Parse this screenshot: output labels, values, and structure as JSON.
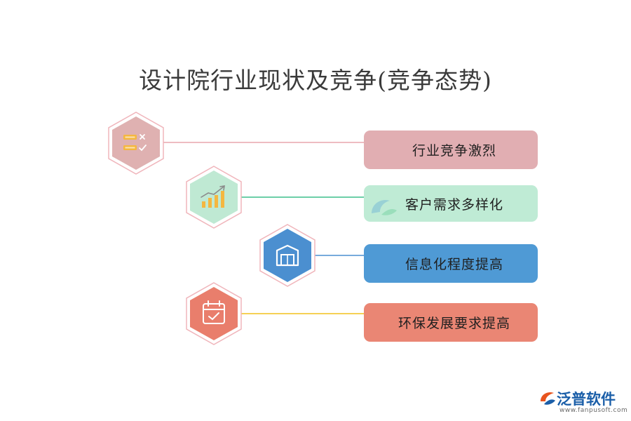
{
  "title": "设计院行业现状及竞争(竞争态势)",
  "items": [
    {
      "label": "行业竞争激烈",
      "icon": "checklist-icon",
      "hex_color": "#dfb1b1",
      "line_color": "#e8a5ad",
      "pill_color": "#e1aeb2"
    },
    {
      "label": "客户需求多样化",
      "icon": "growth-chart-icon",
      "hex_color": "#bfe9d3",
      "line_color": "#3dbf8c",
      "pill_color": "#bfebd5"
    },
    {
      "label": "信息化程度提高",
      "icon": "warehouse-icon",
      "hex_color": "#4b8fd0",
      "line_color": "#4a8fd1",
      "pill_color": "#4f9ad5"
    },
    {
      "label": "环保发展要求提高",
      "icon": "calendar-check-icon",
      "hex_color": "#e97e6c",
      "line_color": "#f2c21b",
      "pill_color": "#ea8674"
    }
  ],
  "brand": {
    "name": "泛普软件",
    "url": "www.fanpusoft.com"
  }
}
